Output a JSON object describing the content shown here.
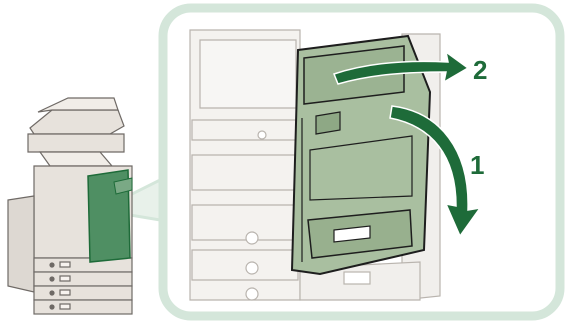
{
  "illustration": {
    "subject": "printer-right-cover-open-instruction",
    "steps": [
      {
        "number": "1",
        "action": "open-right-cover-downward"
      },
      {
        "number": "2",
        "action": "pull-out-lever-to-the-right"
      }
    ]
  },
  "colors": {
    "accent": "#1e6b39",
    "panel_fill": "#a9bfa0",
    "callout_border": "#d4e6da",
    "machine_body": "#e7e2dc"
  }
}
